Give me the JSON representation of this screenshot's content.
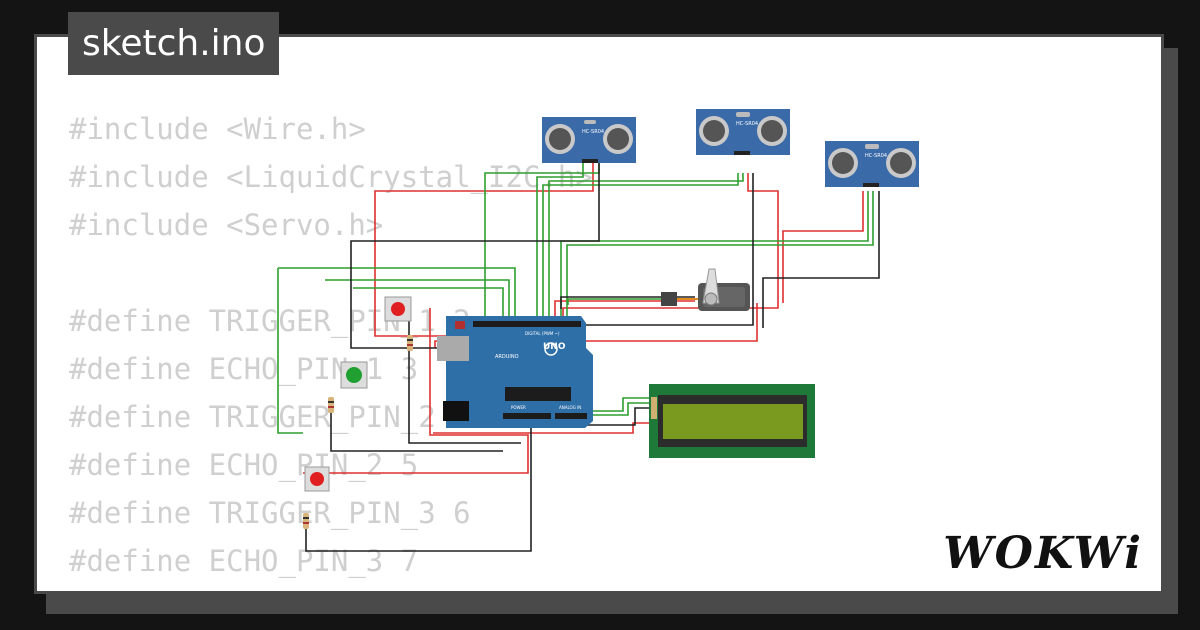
{
  "title": "sketch.ino",
  "code_lines": [
    "#include <Wire.h>",
    "#include <LiquidCrystal_I2C.h>",
    "#include <Servo.h>",
    "",
    "#define TRIGGER_PIN_1 2",
    "#define ECHO_PIN_1 3",
    "#define TRIGGER_PIN_2 4",
    "#define ECHO_PIN_2 5",
    "#define TRIGGER_PIN_3 6",
    "#define ECHO_PIN_3 7"
  ],
  "brand": "WOKWi",
  "components": {
    "ultrasonic_label": "HC-SR04",
    "arduino_label": "UNO",
    "arduino_brand": "ARDUINO",
    "arduino_digital": "DIGITAL (PWM ~)",
    "arduino_analog": "ANALOG IN",
    "arduino_power": "POWER"
  },
  "colors": {
    "wire_red": "#e03030",
    "wire_green": "#2e9e2e",
    "wire_black": "#222222",
    "arduino_board": "#2f6fa8",
    "lcd_board": "#1f7a3a",
    "lcd_screen": "#7a9a1f",
    "sensor_board": "#3a6aa8",
    "button_red": "#e02020",
    "button_green": "#1fa030"
  }
}
